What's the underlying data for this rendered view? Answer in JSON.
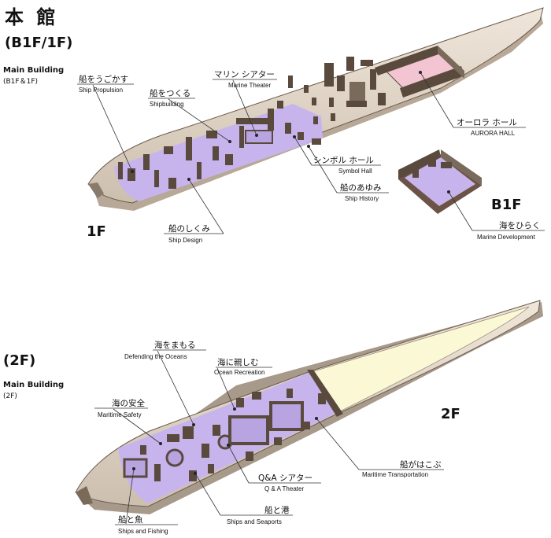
{
  "title": "本 館",
  "upper": {
    "floors_label": "(B1F/1F)",
    "building_en": "Main Building",
    "building_floors": "(B1F＆1F)",
    "floor_1f": "1F",
    "floor_b1f": "B1F"
  },
  "lower": {
    "floor_label": "(2F)",
    "building_en": "Main Building",
    "building_floors": "(2F)",
    "floor_2f": "2F"
  },
  "areas_1f": [
    {
      "jp": "船をうごかす",
      "en": "Ship Propulsion"
    },
    {
      "jp": "船をつくる",
      "en": "Shipbuilding"
    },
    {
      "jp": "マリン シアター",
      "en": "Marine Theater"
    },
    {
      "jp": "オーロラ ホール",
      "en": "AURORA HALL"
    },
    {
      "jp": "シンボル ホール",
      "en": "Symbol Hall"
    },
    {
      "jp": "船のあゆみ",
      "en": "Ship History"
    },
    {
      "jp": "船のしくみ",
      "en": "Ship Design"
    },
    {
      "jp": "海をひらく",
      "en": "Marine Development"
    }
  ],
  "areas_2f": [
    {
      "jp": "海をまもる",
      "en": "Defending the Oceans"
    },
    {
      "jp": "海に親しむ",
      "en": "Ocean Recreation"
    },
    {
      "jp": "海の安全",
      "en": "Maritime Safety"
    },
    {
      "jp": "船がはこぶ",
      "en": "Maritime Transportation"
    },
    {
      "jp": "Q&A シアター",
      "en": "Q & A  Theater"
    },
    {
      "jp": "船と港",
      "en": "Ships and Seaports"
    },
    {
      "jp": "船と魚",
      "en": "Ships and Fishing"
    }
  ],
  "colors": {
    "exhibit": "#c8b4ec",
    "aurora": "#f3c4d2",
    "open_deck": "#fbf8d6",
    "hull": "#e8ddd0",
    "wall": "#5a4a3e"
  }
}
